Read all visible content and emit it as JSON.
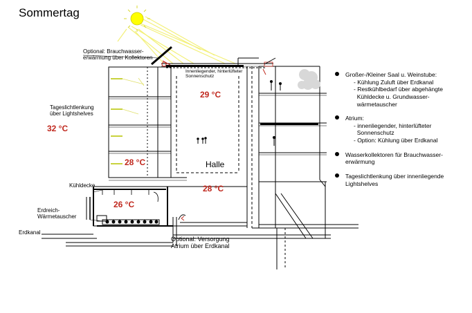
{
  "title": "Sommertag",
  "labels": {
    "kollektor": "Optional: Brauchwasser-\nerwärmung über Kollektoren",
    "sonnenschutz": "Innenliegender, hinterlüfteter\nSonnenschutz",
    "lightshelves": "Tageslichtlenkung\nüber Lightshelves",
    "kuehldecke": "Kühldecke",
    "erdreich": "Erdreich-\nWärmetauscher",
    "erdkanal": "Erdkanal",
    "versorgung": "Optional: Versorgung\nAtrium über Erdkanal",
    "halle": "Halle"
  },
  "temperatures": {
    "outside": "32 °C",
    "atrium_top": "29 °C",
    "floor2": "28 °C",
    "halle": "28 °C",
    "saal": "26 °C"
  },
  "legend": [
    {
      "title": "Großer-/Kleiner Saal u. Weinstube:",
      "items": [
        "- Kühlung Zuluft über Erdkanal",
        "- Restkühlbedarf über abgehängte\n  Kühldecke u. Grundwasser-\n  wärmetauscher"
      ]
    },
    {
      "title": "Atrium:",
      "items": [
        "- innenliegender, hinterlüfteter\n  Sonnenschutz",
        "- Option: Kühlung über Erdkanal"
      ]
    },
    {
      "title": "Wasserkollektoren für Brauchwasser-\nerwärmung",
      "items": []
    },
    {
      "title": "Tageslichtlenkung über innenliegende\nLightshelves",
      "items": []
    }
  ],
  "colors": {
    "sun": "#ffff00",
    "sun_rays": "#f3f07a",
    "temperature": "#c0281e",
    "lightshelf": "#c8d23c"
  }
}
